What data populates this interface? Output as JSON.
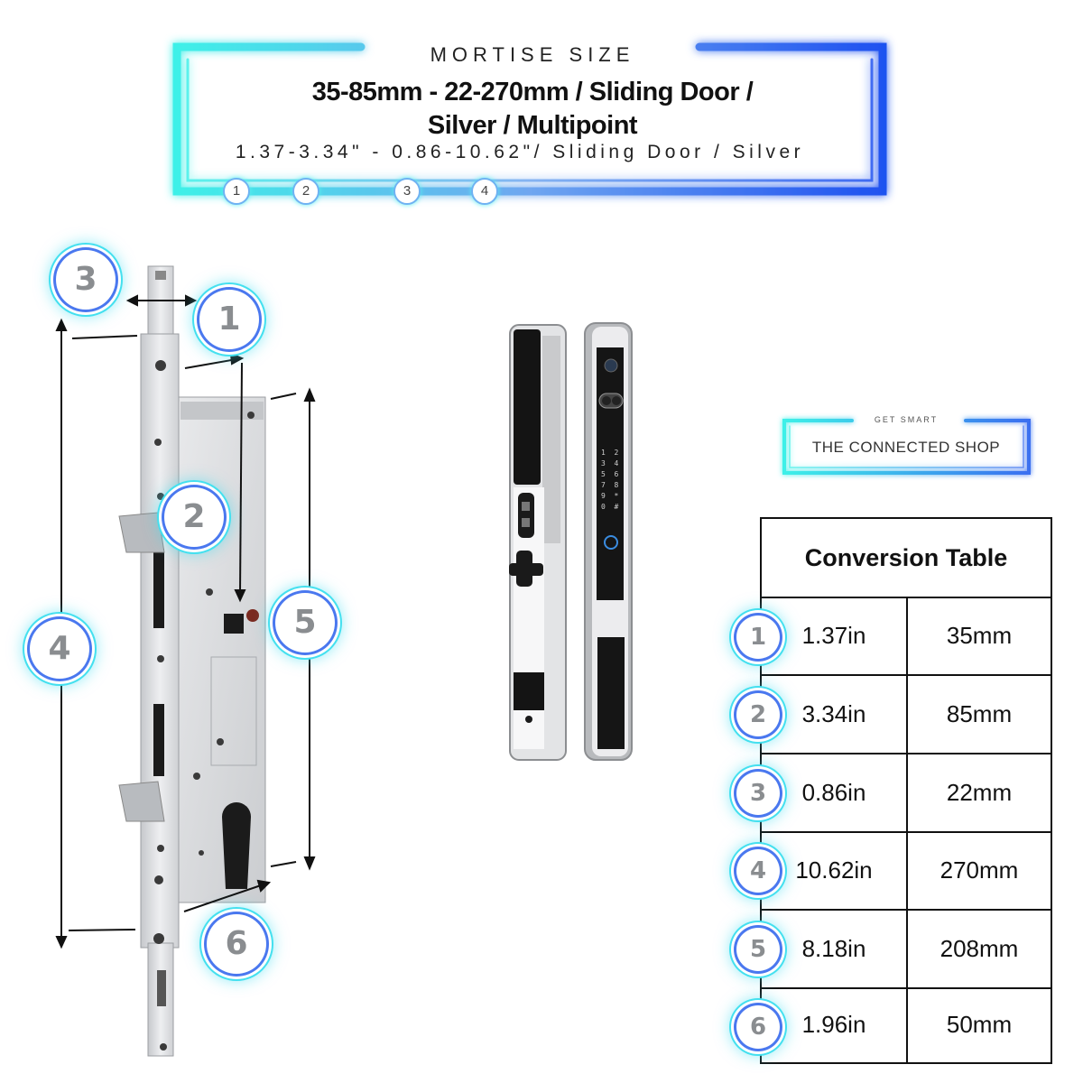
{
  "header": {
    "subtitle": "MORTISE SIZE",
    "title_line1": "35-85mm - 22-270mm / Sliding Door /",
    "title_line2": "Silver / Multipoint",
    "imperial": "1.37-3.34\" - 0.86-10.62\"/ Sliding Door / Silver",
    "small_badges": [
      "1",
      "2",
      "3",
      "4"
    ]
  },
  "diagram": {
    "badges": [
      "1",
      "2",
      "3",
      "4",
      "5",
      "6"
    ]
  },
  "product_image": {
    "keypad_keys": [
      "1",
      "2",
      "3",
      "4",
      "5",
      "6",
      "7",
      "8",
      "9",
      "*",
      "0",
      "#"
    ]
  },
  "brand": {
    "tagline": "GET SMART",
    "name": "THE CONNECTED SHOP"
  },
  "conversion_table": {
    "title": "Conversion Table",
    "rows": [
      {
        "num": "1",
        "inches": "1.37in",
        "mm": "35mm"
      },
      {
        "num": "2",
        "inches": "3.34in",
        "mm": "85mm"
      },
      {
        "num": "3",
        "inches": "0.86in",
        "mm": "22mm"
      },
      {
        "num": "4",
        "inches": "10.62in",
        "mm": "270mm"
      },
      {
        "num": "5",
        "inches": "8.18in",
        "mm": "208mm"
      },
      {
        "num": "6",
        "inches": "1.96in",
        "mm": "50mm"
      }
    ]
  },
  "colors": {
    "neon_cyan": "#3ef0e8",
    "neon_blue": "#1f52f0",
    "badge_ring": "#4a78ef",
    "lock_silver": "#d9dadd",
    "device_black": "#141414"
  }
}
